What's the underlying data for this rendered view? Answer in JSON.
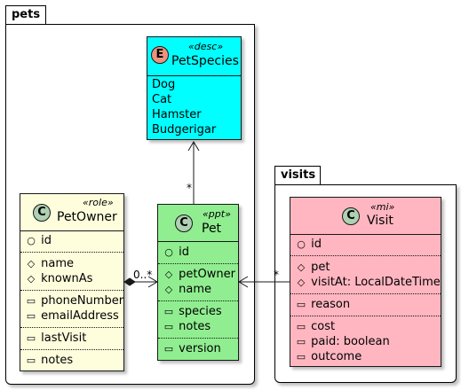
{
  "packages": {
    "pets": {
      "name": "pets"
    },
    "visits": {
      "name": "visits"
    }
  },
  "classes": {
    "petspecies": {
      "kind": "E",
      "stereotype": "«desc»",
      "name": "PetSpecies",
      "color": "#00FFFF",
      "circle_color": "#EB937F",
      "values": [
        "Dog",
        "Cat",
        "Hamster",
        "Budgerigar"
      ]
    },
    "petowner": {
      "kind": "C",
      "stereotype": "«role»",
      "name": "PetOwner",
      "color": "#FEFEDD",
      "circle_color": "#ADD1B2",
      "groups": [
        [
          {
            "vis": "circle",
            "text": "id"
          }
        ],
        [
          {
            "vis": "diamond",
            "text": "name"
          },
          {
            "vis": "diamond",
            "text": "knownAs"
          }
        ],
        [
          {
            "vis": "square",
            "text": "phoneNumber"
          },
          {
            "vis": "square",
            "text": "emailAddress"
          }
        ],
        [
          {
            "vis": "square",
            "text": "lastVisit"
          }
        ],
        [
          {
            "vis": "square",
            "text": "notes"
          }
        ]
      ]
    },
    "pet": {
      "kind": "C",
      "stereotype": "«ppt»",
      "name": "Pet",
      "color": "#90EE90",
      "circle_color": "#ADD1B2",
      "groups": [
        [
          {
            "vis": "circle",
            "text": "id"
          }
        ],
        [
          {
            "vis": "diamond",
            "text": "petOwner"
          },
          {
            "vis": "diamond",
            "text": "name"
          }
        ],
        [
          {
            "vis": "square",
            "text": "species"
          },
          {
            "vis": "square",
            "text": "notes"
          }
        ],
        [
          {
            "vis": "square",
            "text": "version"
          }
        ]
      ]
    },
    "visit": {
      "kind": "C",
      "stereotype": "«mi»",
      "name": "Visit",
      "color": "#FFB6C1",
      "circle_color": "#ADD1B2",
      "groups": [
        [
          {
            "vis": "circle",
            "text": "id"
          }
        ],
        [
          {
            "vis": "diamond",
            "text": "pet"
          },
          {
            "vis": "diamond",
            "text": "visitAt: LocalDateTime"
          }
        ],
        [
          {
            "vis": "square",
            "text": "reason"
          }
        ],
        [
          {
            "vis": "square",
            "text": "cost"
          },
          {
            "vis": "square",
            "text": "paid: boolean"
          },
          {
            "vis": "square",
            "text": "outcome"
          }
        ]
      ]
    }
  },
  "relations": {
    "pet_to_species": {
      "multiplicity": "*"
    },
    "owner_to_pet": {
      "multiplicity": "0..*"
    },
    "visit_to_pet": {
      "multiplicity": "*"
    }
  }
}
